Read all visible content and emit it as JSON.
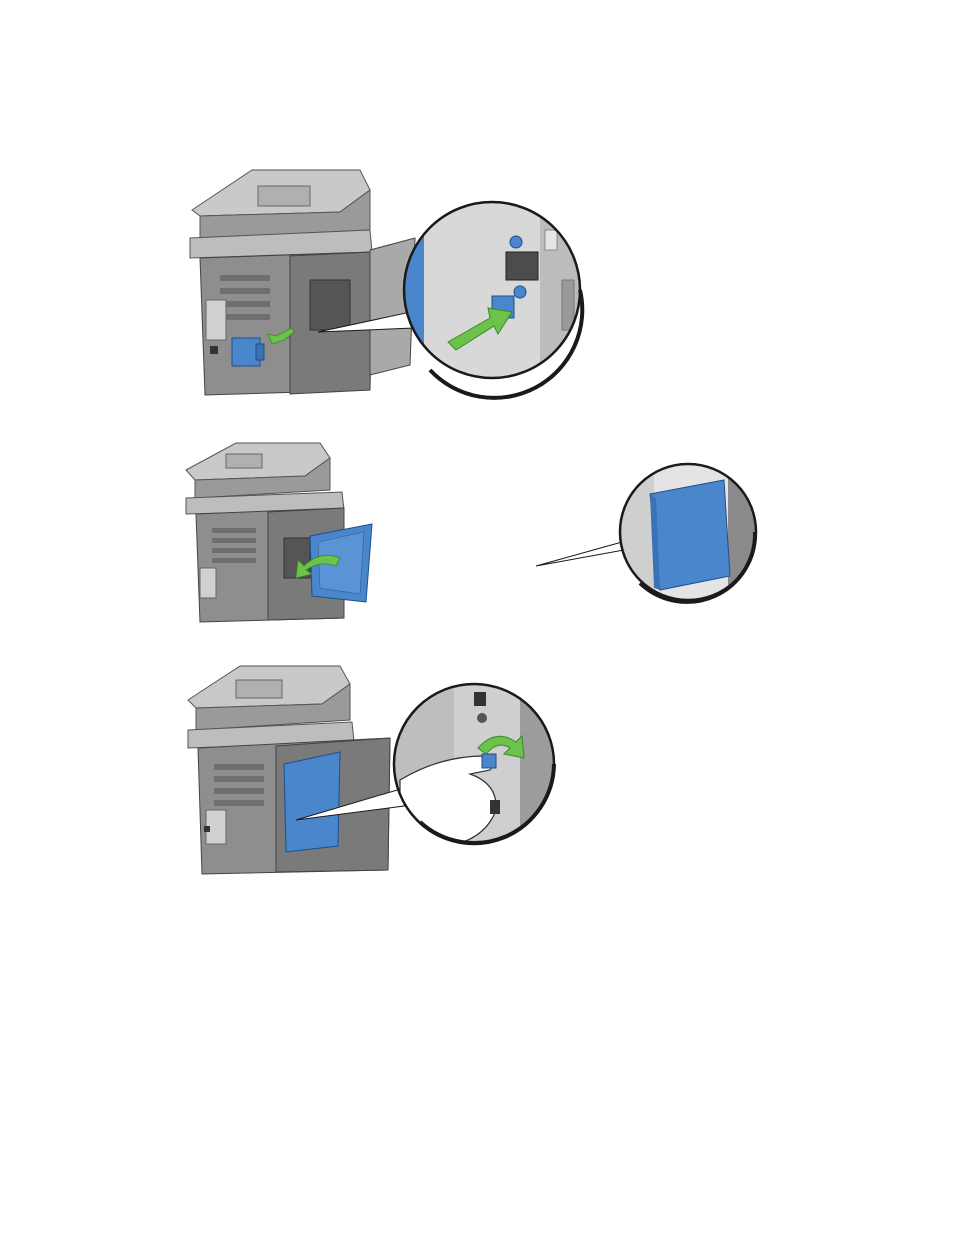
{
  "page": {
    "background": "#ffffff",
    "colors": {
      "printer_body": "#8e8e8e",
      "printer_dark": "#6a6a6a",
      "printer_light": "#c4c4c4",
      "panel_blue": "#4a86cc",
      "arrow_green": "#6cc24a",
      "outline": "#1a1a1a"
    }
  },
  "steps": [
    {
      "figure": "printer-rear-remove-connector",
      "icons": [
        "printer-icon",
        "connector-blue-icon",
        "arrow-green-icon",
        "zoom-callout-icon"
      ]
    },
    {
      "figure": "printer-rear-open-panel",
      "icons": [
        "printer-icon",
        "side-panel-blue-icon",
        "arrow-green-icon",
        "zoom-callout-icon"
      ]
    },
    {
      "figure": "printer-rear-turn-screw",
      "icons": [
        "printer-icon",
        "side-panel-blue-icon",
        "hand-icon",
        "arrow-green-icon",
        "zoom-callout-icon"
      ]
    }
  ]
}
